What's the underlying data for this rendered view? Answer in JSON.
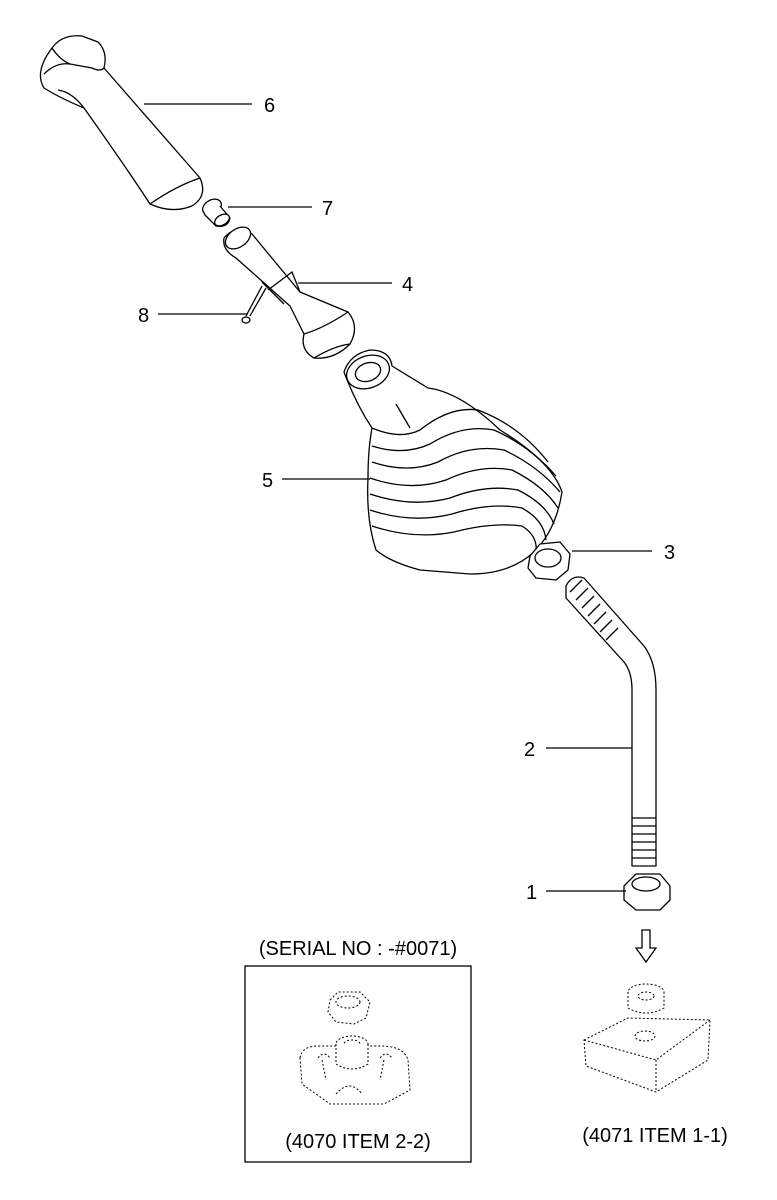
{
  "callouts": {
    "c1": "1",
    "c2": "2",
    "c3": "3",
    "c4": "4",
    "c5": "5",
    "c6": "6",
    "c7": "7",
    "c8": "8"
  },
  "inset_left": {
    "header": "(SERIAL NO : -#0071)",
    "caption": "(4070 ITEM 2-2)"
  },
  "inset_right": {
    "caption": "(4071 ITEM 1-1)"
  }
}
